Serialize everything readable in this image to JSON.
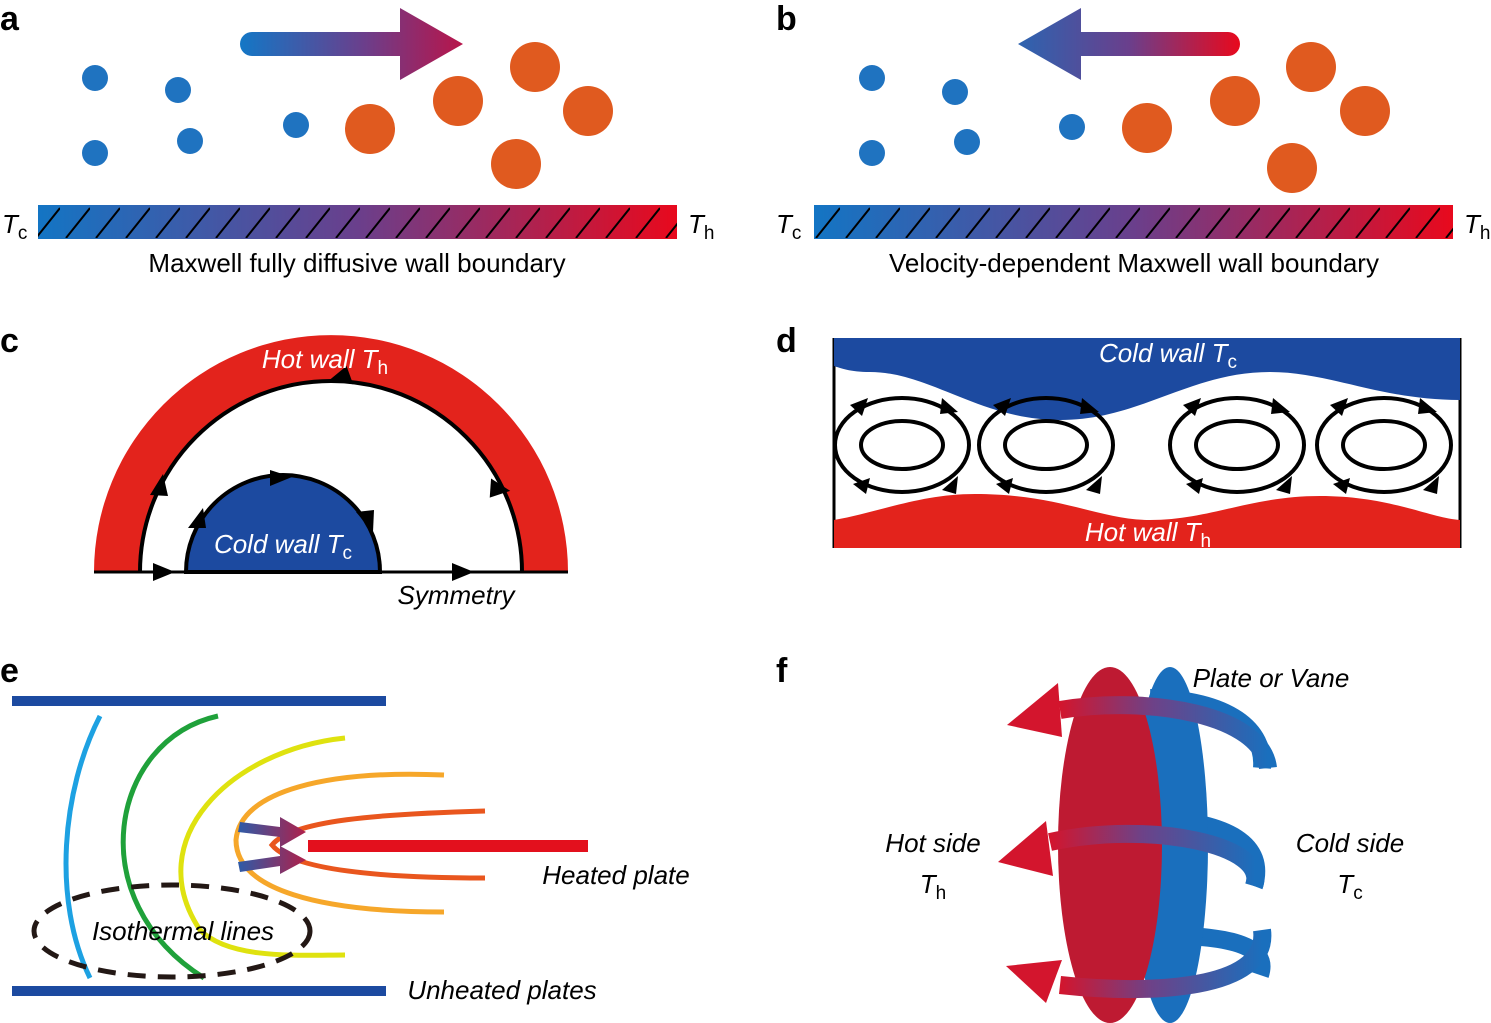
{
  "panels": {
    "a": {
      "letter": "a",
      "wall_caption": "Maxwell fully diffusive wall boundary",
      "t_left": "T",
      "t_left_sub": "c",
      "t_right": "T",
      "t_right_sub": "h"
    },
    "b": {
      "letter": "b",
      "wall_caption": "Velocity-dependent Maxwell wall boundary",
      "t_left": "T",
      "t_left_sub": "c",
      "t_right": "T",
      "t_right_sub": "h"
    },
    "c": {
      "letter": "c",
      "hot_wall": "Hot wall ",
      "hot_T": "T",
      "hot_sub": "h",
      "cold_wall": "Cold wall ",
      "cold_T": "T",
      "cold_sub": "c",
      "symmetry": "Symmetry"
    },
    "d": {
      "letter": "d",
      "cold_wall": "Cold wall ",
      "cold_T": "T",
      "cold_sub": "c",
      "hot_wall": "Hot wall ",
      "hot_T": "T",
      "hot_sub": "h"
    },
    "e": {
      "letter": "e",
      "heated_plate": "Heated plate",
      "isothermal": "Isothermal lines",
      "unheated": "Unheated plates"
    },
    "f": {
      "letter": "f",
      "plate": "Plate or Vane",
      "hot_side": "Hot side",
      "hot_T": "T",
      "hot_sub": "h",
      "cold_side": "Cold side",
      "cold_T": "T",
      "cold_sub": "c"
    }
  },
  "colors": {
    "cold": "#1f73c0",
    "hot": "#e0101e",
    "orange": "#e05a1f",
    "cold_wall": "#1c4aa0",
    "hot_wall": "#e3231c",
    "plate_red": "#be1a32",
    "plate_blue": "#1a6fbd"
  }
}
